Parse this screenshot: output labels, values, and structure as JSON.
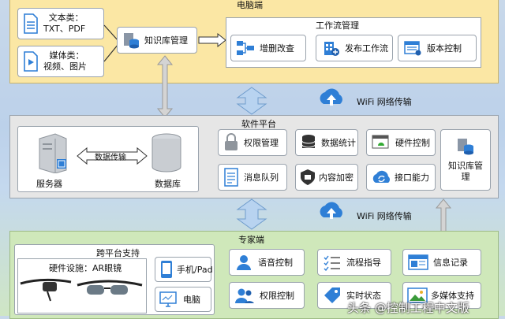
{
  "pc": {
    "title": "电脑端",
    "text_type_label": "文本类：",
    "text_type_formats": "TXT、PDF",
    "media_type_label": "媒体类：",
    "media_type_formats": "视频、图片",
    "knowledge_mgmt": "知识库管理",
    "workflow_title": "工作流管理",
    "workflow_items": [
      "增删改查",
      "发布工作流",
      "版本控制"
    ]
  },
  "wifi_label_top": "WiFi 网络传输",
  "wifi_label_bottom": "WiFi 网络传输",
  "software": {
    "title": "软件平台",
    "server": "服务器",
    "data_transfer": "数据传输",
    "database": "数据库",
    "features": [
      "权限管理",
      "数据统计",
      "硬件控制",
      "消息队列",
      "内容加密",
      "接口能力"
    ],
    "knowledge_mgmt": "知识库管理"
  },
  "expert": {
    "title": "专家端",
    "cross_platform_title": "跨平台支持",
    "hardware_label": "硬件设施：AR眼镜",
    "phone_pad": "手机/Pad",
    "computer": "电脑",
    "features": [
      "语音控制",
      "流程指导",
      "信息记录",
      "权限控制",
      "实时状态",
      "多媒体支持"
    ]
  },
  "watermark": "头条 @控制工程中文版",
  "colors": {
    "pc_bg": "#fbe7a4",
    "software_bg": "#e6e6e6",
    "expert_bg": "#cfe8ba",
    "accent_blue": "#2f7fd6"
  }
}
